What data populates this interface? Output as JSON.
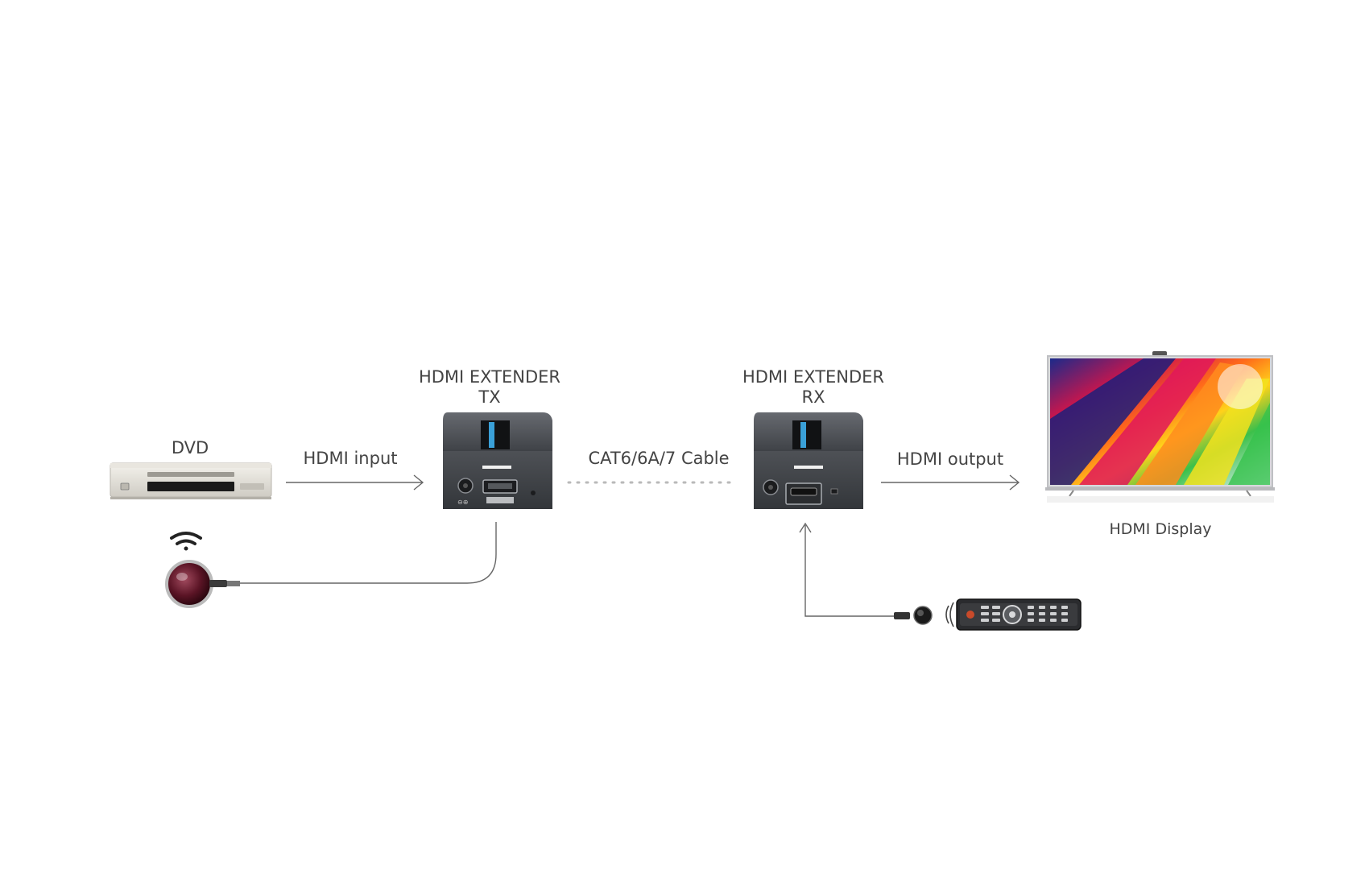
{
  "labels": {
    "dvd": "DVD",
    "hdmi_input": "HDMI input",
    "tx_line1": "HDMI EXTENDER",
    "tx_line2": "TX",
    "cable": "CAT6/6A/7 Cable",
    "rx_line1": "HDMI EXTENDER",
    "rx_line2": "RX",
    "hdmi_output": "HDMI output",
    "display": "HDMI Display"
  },
  "icons": {
    "source": "dvd-player-icon",
    "ir_emitter": "ir-emitter-icon",
    "transmitter": "hdmi-extender-tx-icon",
    "receiver": "hdmi-extender-rx-icon",
    "display": "tv-display-icon",
    "ir_receiver": "ir-receiver-icon",
    "remote": "remote-control-icon"
  },
  "colors": {
    "device_body": "#4a4d52",
    "label_text": "#444444",
    "line": "#666666"
  }
}
